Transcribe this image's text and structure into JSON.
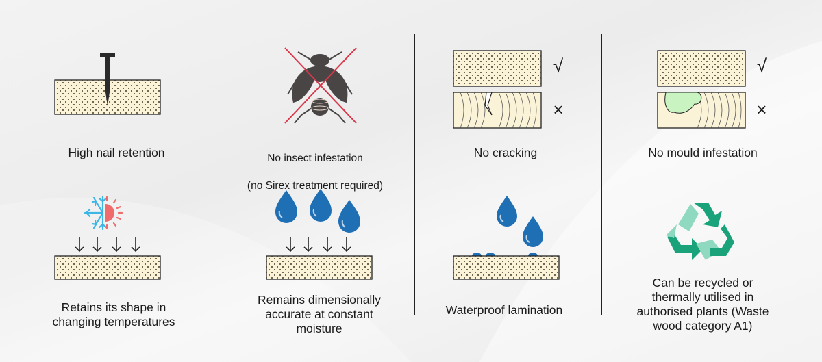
{
  "features": {
    "f1": {
      "label": "High nail retention",
      "icon": "nail-in-wood-icon"
    },
    "f2": {
      "line1": "No insect infestation",
      "line2": "(no Sirex treatment required)",
      "icon": "crossed-fly-icon"
    },
    "f3": {
      "label": "No cracking",
      "icon": "cracking-comparison-icon",
      "check": "√",
      "cross": "×"
    },
    "f4": {
      "label": "No mould infestation",
      "icon": "mould-comparison-icon",
      "check": "√",
      "cross": "×"
    },
    "f5": {
      "label": "Retains its shape in\nchanging temperatures",
      "icon": "snow-sun-icon"
    },
    "f6": {
      "label": "Remains dimensionally\naccurate at constant\nmoisture",
      "icon": "water-drops-icon"
    },
    "f7": {
      "label": "Waterproof lamination",
      "icon": "waterproof-board-icon"
    },
    "f8": {
      "label": "Can be recycled or\nthermally utilised in\nauthorised plants (Waste\nwood category A1)",
      "icon": "recycle-icon"
    }
  },
  "colors": {
    "board_fill": "#fbf3d8",
    "dot": "#3a2d1e",
    "line": "#222222",
    "drop_blue": "#1f6fb5",
    "mould_green": "#c9f3c0",
    "fly": "#4a4545",
    "cross_red": "#d9364a",
    "frost_blue": "#3bb6e6",
    "sun_red": "#f06b6b",
    "recycle_dark": "#1aa37a",
    "recycle_light": "#8fd9c0"
  }
}
